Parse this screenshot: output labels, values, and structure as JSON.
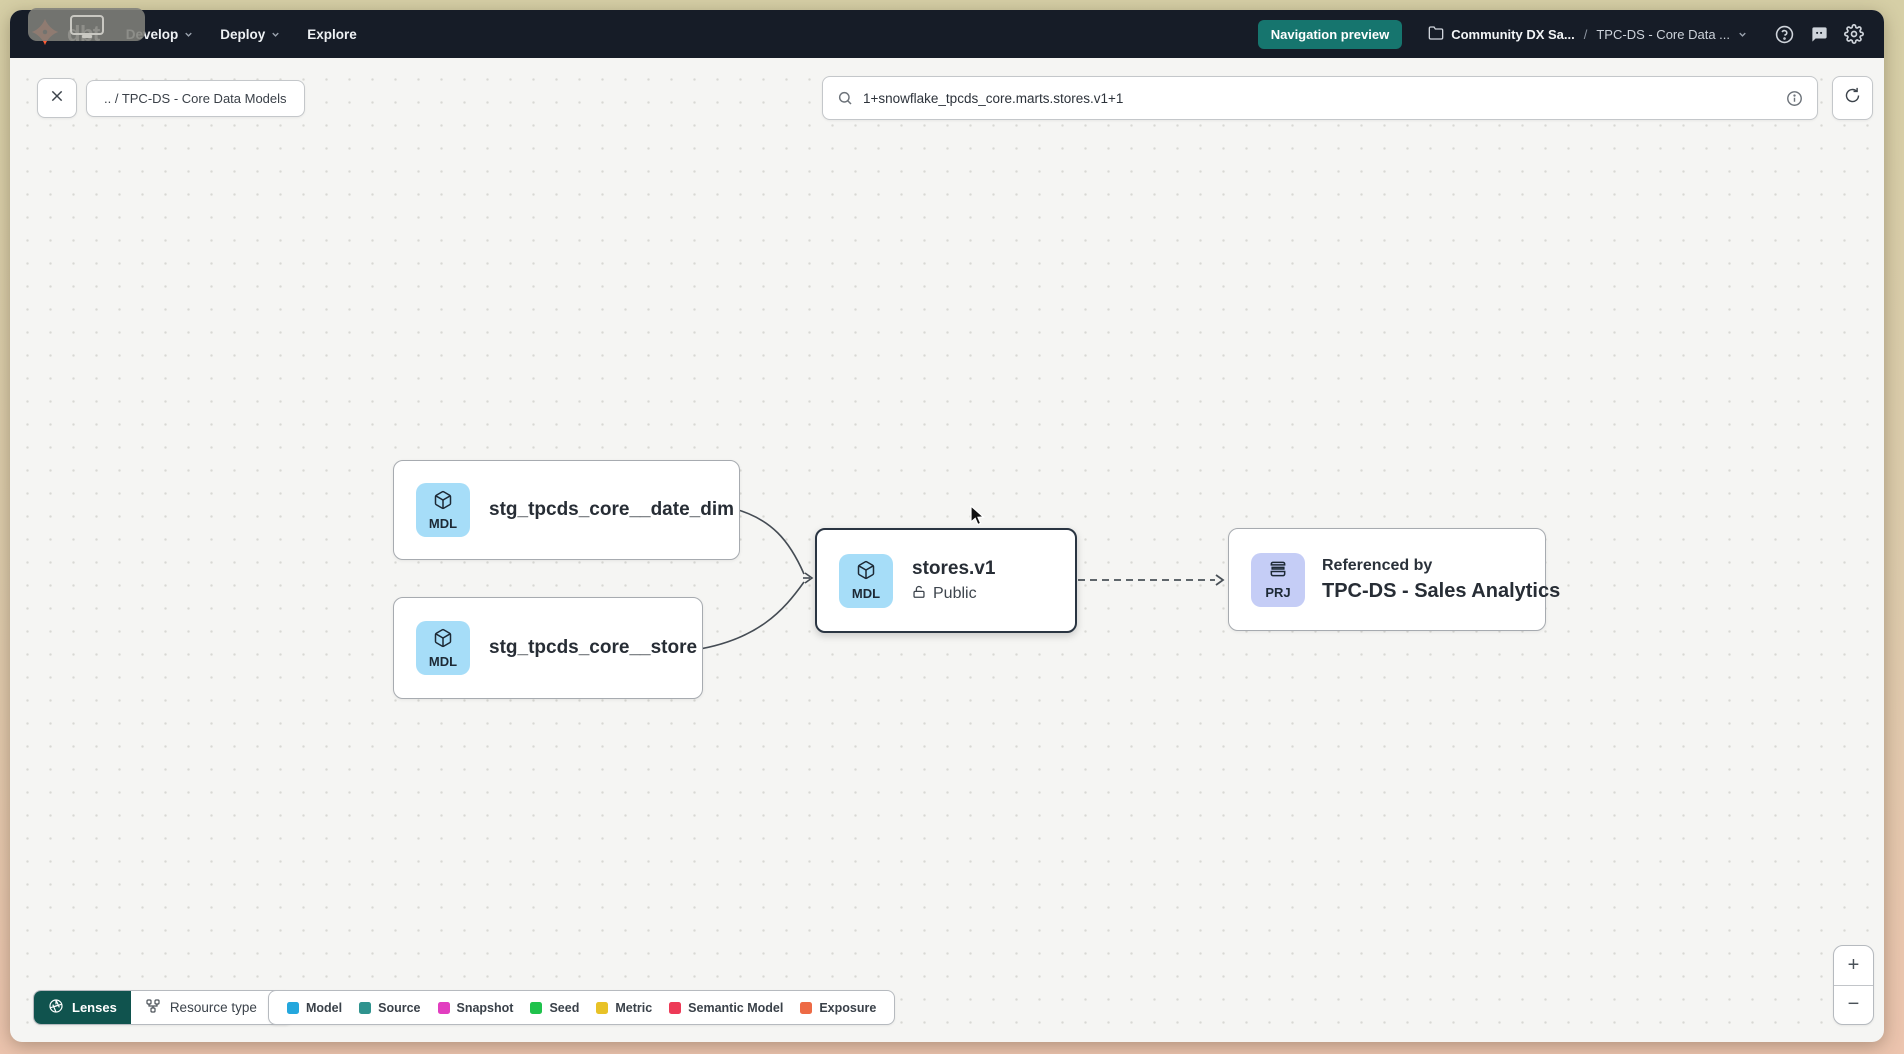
{
  "colors": {
    "navbar_bg": "#161c27",
    "accent_teal": "#16756e",
    "brand_orange": "#ff5c35",
    "canvas_bg": "#f5f5f3",
    "mdl_badge_bg": "#a6ddf8",
    "prj_badge_bg": "#c5cdf6"
  },
  "navbar": {
    "logo_text": "dbt",
    "menus": [
      {
        "label": "Develop"
      },
      {
        "label": "Deploy"
      },
      {
        "label": "Explore"
      }
    ],
    "preview_badge": "Navigation preview",
    "breadcrumb": {
      "account": "Community DX Sa...",
      "separator": "/",
      "project": "TPC-DS - Core Data ..."
    },
    "icons": [
      "help-icon",
      "feedback-icon",
      "settings-icon"
    ]
  },
  "toolbar": {
    "context_chip": ".. / TPC-DS - Core Data Models",
    "search_value": "1+snowflake_tpcds_core.marts.stores.v1+1"
  },
  "graph": {
    "nodes": [
      {
        "badge": "MDL",
        "title": "stg_tpcds_core__date_dim"
      },
      {
        "badge": "MDL",
        "title": "stg_tpcds_core__store"
      },
      {
        "badge": "MDL",
        "title": "stores.v1",
        "subtitle": "Public",
        "selected": true
      },
      {
        "badge": "PRJ",
        "title": "Referenced by",
        "subtitle": "TPC-DS - Sales Analytics"
      }
    ]
  },
  "footer": {
    "lenses_label": "Lenses",
    "resource_type_label": "Resource type",
    "legend": [
      {
        "label": "Model",
        "color": "#24a7dd"
      },
      {
        "label": "Source",
        "color": "#2f938e"
      },
      {
        "label": "Snapshot",
        "color": "#e23ec0"
      },
      {
        "label": "Seed",
        "color": "#1fc24c"
      },
      {
        "label": "Metric",
        "color": "#e8c227"
      },
      {
        "label": "Semantic Model",
        "color": "#ed3a57"
      },
      {
        "label": "Exposure",
        "color": "#ed6a45"
      }
    ]
  },
  "zoom_controls": {
    "zoom_in": "+",
    "zoom_out": "−"
  }
}
